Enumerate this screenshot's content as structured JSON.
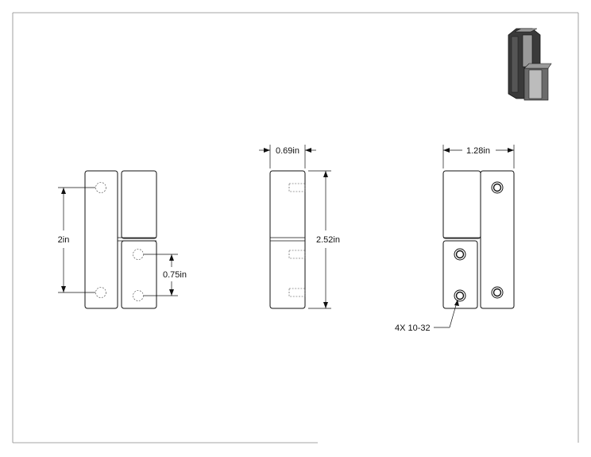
{
  "drawing": {
    "dimensions": {
      "hole_spacing": "2in",
      "hole_spacing_short": "0.75in",
      "thickness": "0.69in",
      "height": "2.52in",
      "width": "1.28in"
    },
    "callout": "4X 10-32"
  },
  "colors": {
    "line": "#111111",
    "frame": "#888888",
    "iso_dark": "#3a3a3a",
    "iso_mid": "#6b6b6b",
    "iso_light": "#9a9a9a"
  }
}
